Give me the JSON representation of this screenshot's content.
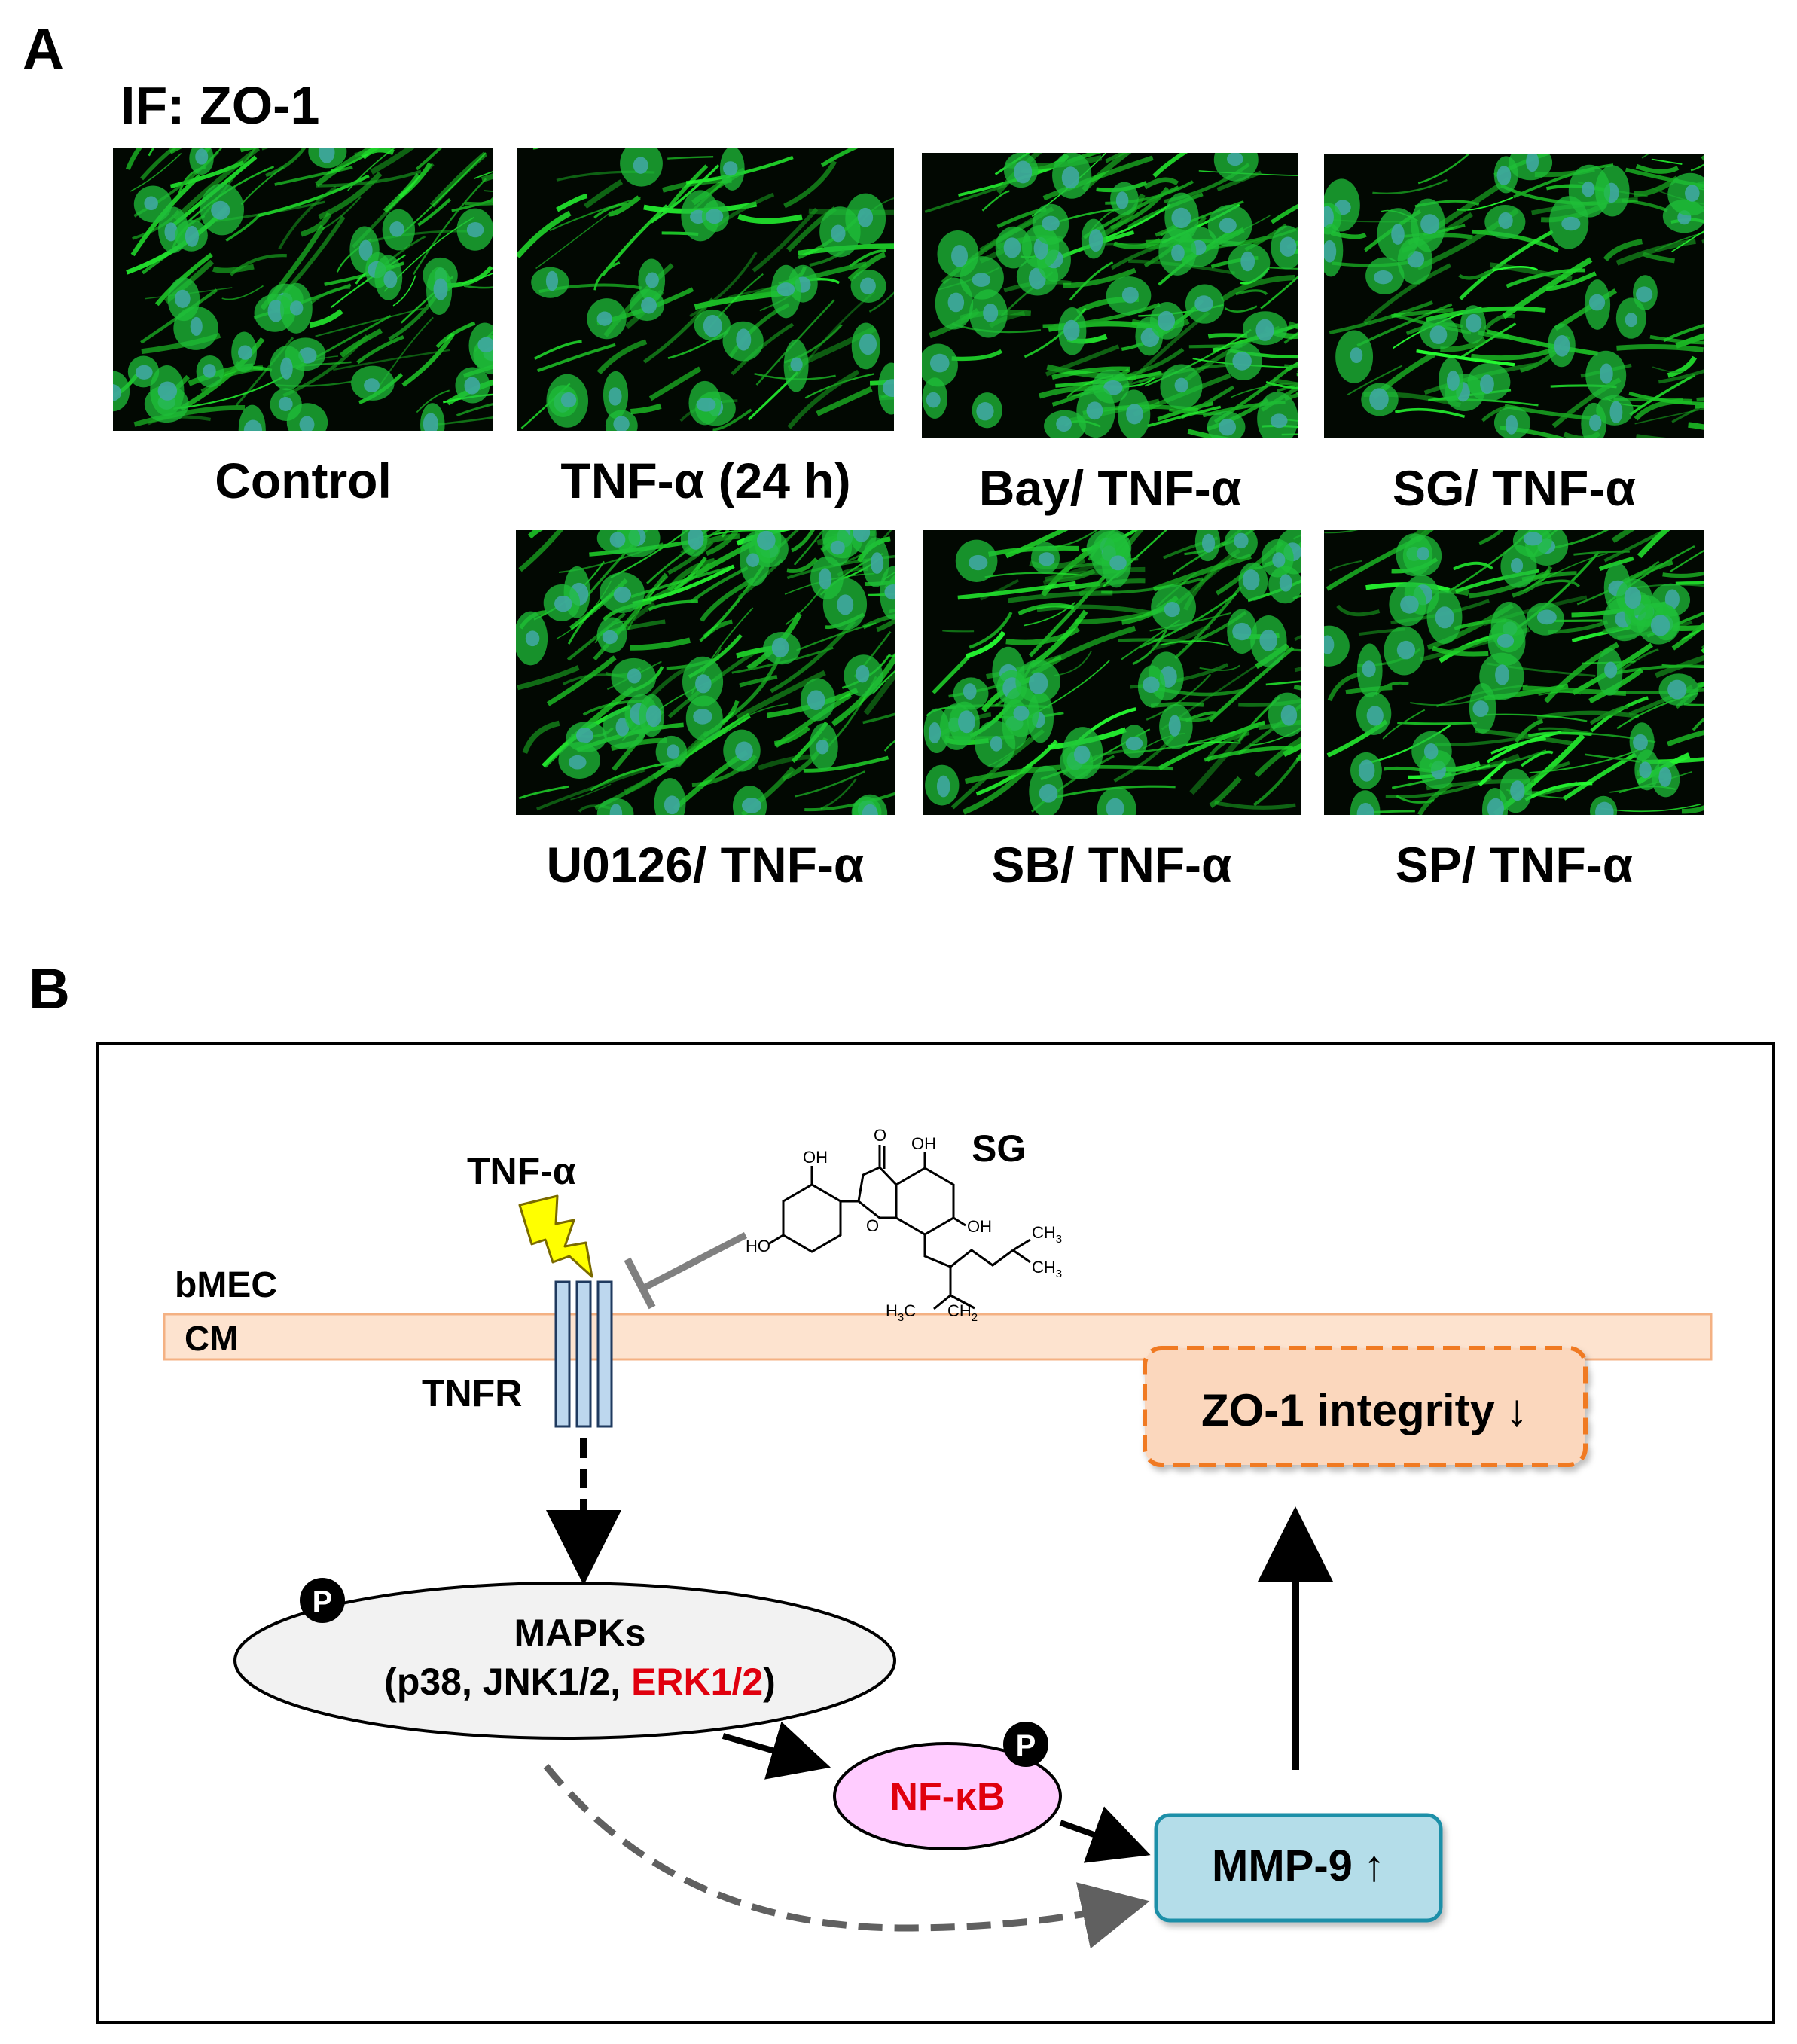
{
  "panel_a": {
    "letter": "A",
    "title": "IF: ZO-1",
    "images": [
      {
        "label": "Control",
        "stain": "ZO-1 (green) / nuclei (blue)",
        "density": 0.8
      },
      {
        "label": "TNF-α (24 h)",
        "stain": "ZO-1 (green) / nuclei (blue)",
        "density": 0.5
      },
      {
        "label": "Bay/ TNF-α",
        "stain": "ZO-1 (green) / nuclei (blue)",
        "density": 0.9
      },
      {
        "label": "SG/ TNF-α",
        "stain": "ZO-1 (green) / nuclei (blue)",
        "density": 0.7
      },
      {
        "label": "U0126/ TNF-α",
        "stain": "ZO-1 (green) / nuclei (blue)",
        "density": 0.9
      },
      {
        "label": "SB/ TNF-α",
        "stain": "ZO-1 (green) / nuclei (blue)",
        "density": 0.85
      },
      {
        "label": "SP/ TNF-α",
        "stain": "ZO-1 (green) / nuclei (blue)",
        "density": 0.9
      }
    ]
  },
  "panel_b": {
    "letter": "B",
    "ligand": "TNF-α",
    "compound": "SG",
    "compound_groups": {
      "o": "O",
      "oh1": "OH",
      "oh2": "OH",
      "oh3": "OH",
      "ho": "HO",
      "o_ring": "O",
      "ch3a": "CH",
      "ch3a_sub": "3",
      "ch3b": "CH",
      "ch3b_sub": "3",
      "h3c": "H",
      "h3c_sub": "3",
      "h3c_c": "C",
      "ch2": "CH",
      "ch2_sub": "2"
    },
    "cell_label": "bMEC",
    "membrane_label": "CM",
    "receptor_label": "TNFR",
    "phospho": "P",
    "mapk_title": "MAPKs",
    "mapk_open": "(p38, JNK1/2, ",
    "mapk_erk": "ERK1/2",
    "mapk_close": ")",
    "nfkb_label": "NF-κB",
    "mmp9_label": "MMP-9",
    "mmp9_arrow": "↑",
    "zo1_label": "ZO-1 integrity",
    "zo1_arrow": "↓",
    "colors": {
      "membrane_fill": "#fde3cf",
      "membrane_stroke": "#f4b183",
      "receptor_fill": "#bdd7ee",
      "mapk_fill": "#f2f2f2",
      "nfkb_fill": "#ffccff",
      "nfkb_text": "#e0000e",
      "erk_text": "#e0000e",
      "mmp9_fill": "#b4dde9",
      "mmp9_stroke": "#1f8fa8",
      "zo1_fill": "#fbd7bd",
      "zo1_stroke": "#f07a22",
      "lightning": "#ffff00",
      "inhibitor": "#808080",
      "dashed_gray": "#606060"
    }
  }
}
